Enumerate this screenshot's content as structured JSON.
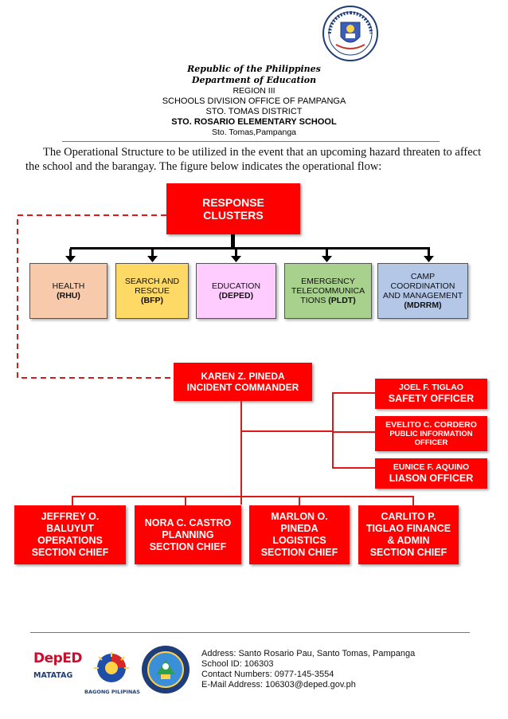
{
  "header": {
    "republic": "Republic of the Philippines",
    "department": "Department of Education",
    "region": "REGION III",
    "division": "SCHOOLS DIVISION OFFICE OF PAMPANGA",
    "district": "STO. TOMAS DISTRICT",
    "school": "STO. ROSARIO ELEMENTARY SCHOOL",
    "location": "Sto. Tomas,Pampanga"
  },
  "intro": "The Operational Structure to be utilized in the event that an upcoming hazard threaten to affect the school and the barangay. The figure below indicates the operational flow:",
  "response": {
    "line1": "RESPONSE",
    "line2": "CLUSTERS"
  },
  "clusters": [
    {
      "lines": [
        "HEALTH"
      ],
      "bold": "(RHU)",
      "color": "#f7caac"
    },
    {
      "lines": [
        "SEARCH AND",
        "RESCUE"
      ],
      "bold": "(BFP)",
      "color": "#ffd966"
    },
    {
      "lines": [
        "EDUCATION"
      ],
      "bold": "(DEPED)",
      "color": "#ffccff"
    },
    {
      "lines": [
        "EMERGENCY",
        "TELECOMMUNICA"
      ],
      "tail": "TIONS ",
      "bold": "(PLDT)",
      "color": "#a9d18e"
    },
    {
      "lines": [
        "CAMP",
        "COORDINATION",
        "AND MANAGEMENT"
      ],
      "bold": "(MDRRM)",
      "color": "#b4c7e7"
    }
  ],
  "commander": {
    "name": "KAREN Z. PINEDA",
    "role": "INCIDENT COMMANDER"
  },
  "staff": [
    {
      "name": "JOEL F. TIGLAO",
      "role": "SAFETY OFFICER"
    },
    {
      "name": "EVELITO C. CORDERO",
      "role": "PUBLIC INFORMATION OFFICER"
    },
    {
      "name": "EUNICE F. AQUINO",
      "role": "LIASON OFFICER"
    }
  ],
  "sections": [
    {
      "lines": [
        "JEFFREY O.",
        "BALUYUT",
        "OPERATIONS",
        "SECTION CHIEF"
      ]
    },
    {
      "lines": [
        "NORA C. CASTRO",
        "PLANNING",
        "SECTION CHIEF"
      ]
    },
    {
      "lines": [
        "MARLON O.",
        "PINEDA",
        "LOGISTICS",
        "SECTION CHIEF"
      ]
    },
    {
      "lines": [
        "CARLITO P.",
        "TIGLAO FINANCE",
        "& ADMIN",
        "SECTION CHIEF"
      ]
    }
  ],
  "footer": {
    "address": "Address: Santo Rosario Pau, Santo Tomas, Pampanga",
    "school_id": "School ID: 106303",
    "contact": "Contact Numbers: 0977-145-3554",
    "email": "E-Mail Address: 106303@deped.gov.ph",
    "logo1_text": "DepED",
    "logo1_sub": "MATATAG",
    "logo2_sub": "BAGONG PILIPINAS"
  }
}
